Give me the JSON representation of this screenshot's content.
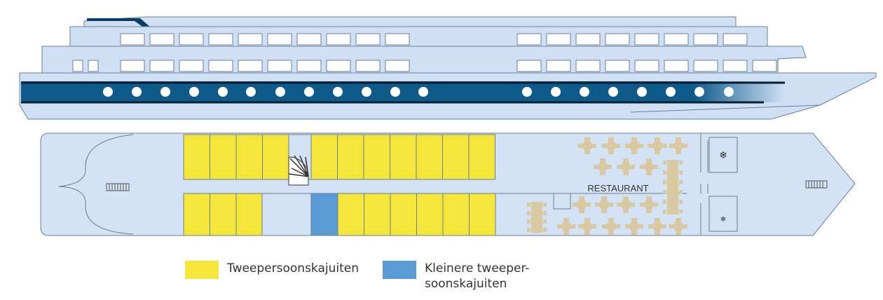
{
  "deck_plan": {
    "room_label": "RESTAURANT",
    "colors": {
      "hull_light": "#cfe0f5",
      "hull_stroke": "#6b7f99",
      "hull_band": "#0e5a8a",
      "double_cabin": "#f5e63c",
      "smaller_double_cabin": "#5b9bd5",
      "floor": "#d3e2f4",
      "furniture": "#d9c9a3"
    },
    "icons": [
      "stairs-icon",
      "spiral-staircase-icon",
      "table-icon",
      "snowflake-icon"
    ]
  },
  "legend": {
    "items": [
      {
        "label": "Tweepersoonskajuiten",
        "color": "#f5e63c"
      },
      {
        "label": "Kleinere tweeper-\nsoonskajuiten",
        "color": "#5b9bd5"
      }
    ]
  }
}
